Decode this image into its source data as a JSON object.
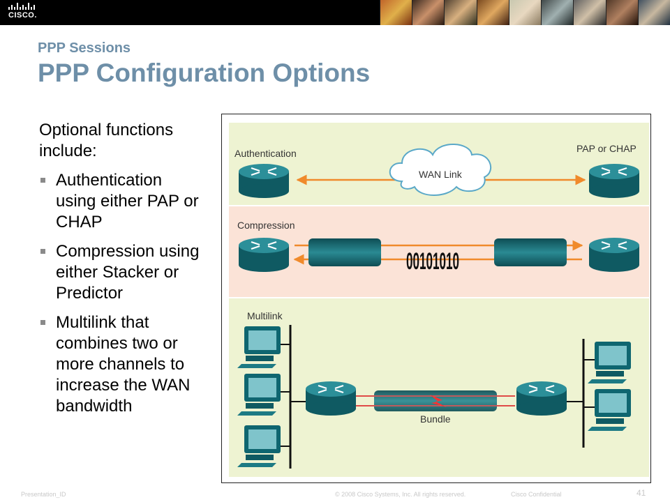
{
  "header": {
    "brand": "CISCO.",
    "subtitle": "PPP Sessions",
    "title": "PPP Configuration Options"
  },
  "content": {
    "intro": "Optional functions include:",
    "bullets": [
      "Authentication using either PAP or CHAP",
      "Compression using either Stacker or Predictor",
      "Multilink that combines two or more channels to increase the WAN bandwidth"
    ]
  },
  "diagram": {
    "auth_label": "Authentication",
    "auth_method": "PAP or CHAP",
    "wan_link": "WAN Link",
    "compression_label": "Compression",
    "compressed_bits": "00101010",
    "multilink_label": "Multilink",
    "bundle_label": "Bundle"
  },
  "footer": {
    "presentation_id": "Presentation_ID",
    "copyright": "© 2008 Cisco Systems, Inc. All rights reserved.",
    "confidential": "Cisco Confidential",
    "page": "41"
  },
  "colors": {
    "title": "#6e8fa8",
    "panel_green": "#eef3d2",
    "panel_pink": "#fbe3d7",
    "router": "#1b6f77",
    "arrow": "#f08a2b",
    "bundle_link": "#d33"
  }
}
